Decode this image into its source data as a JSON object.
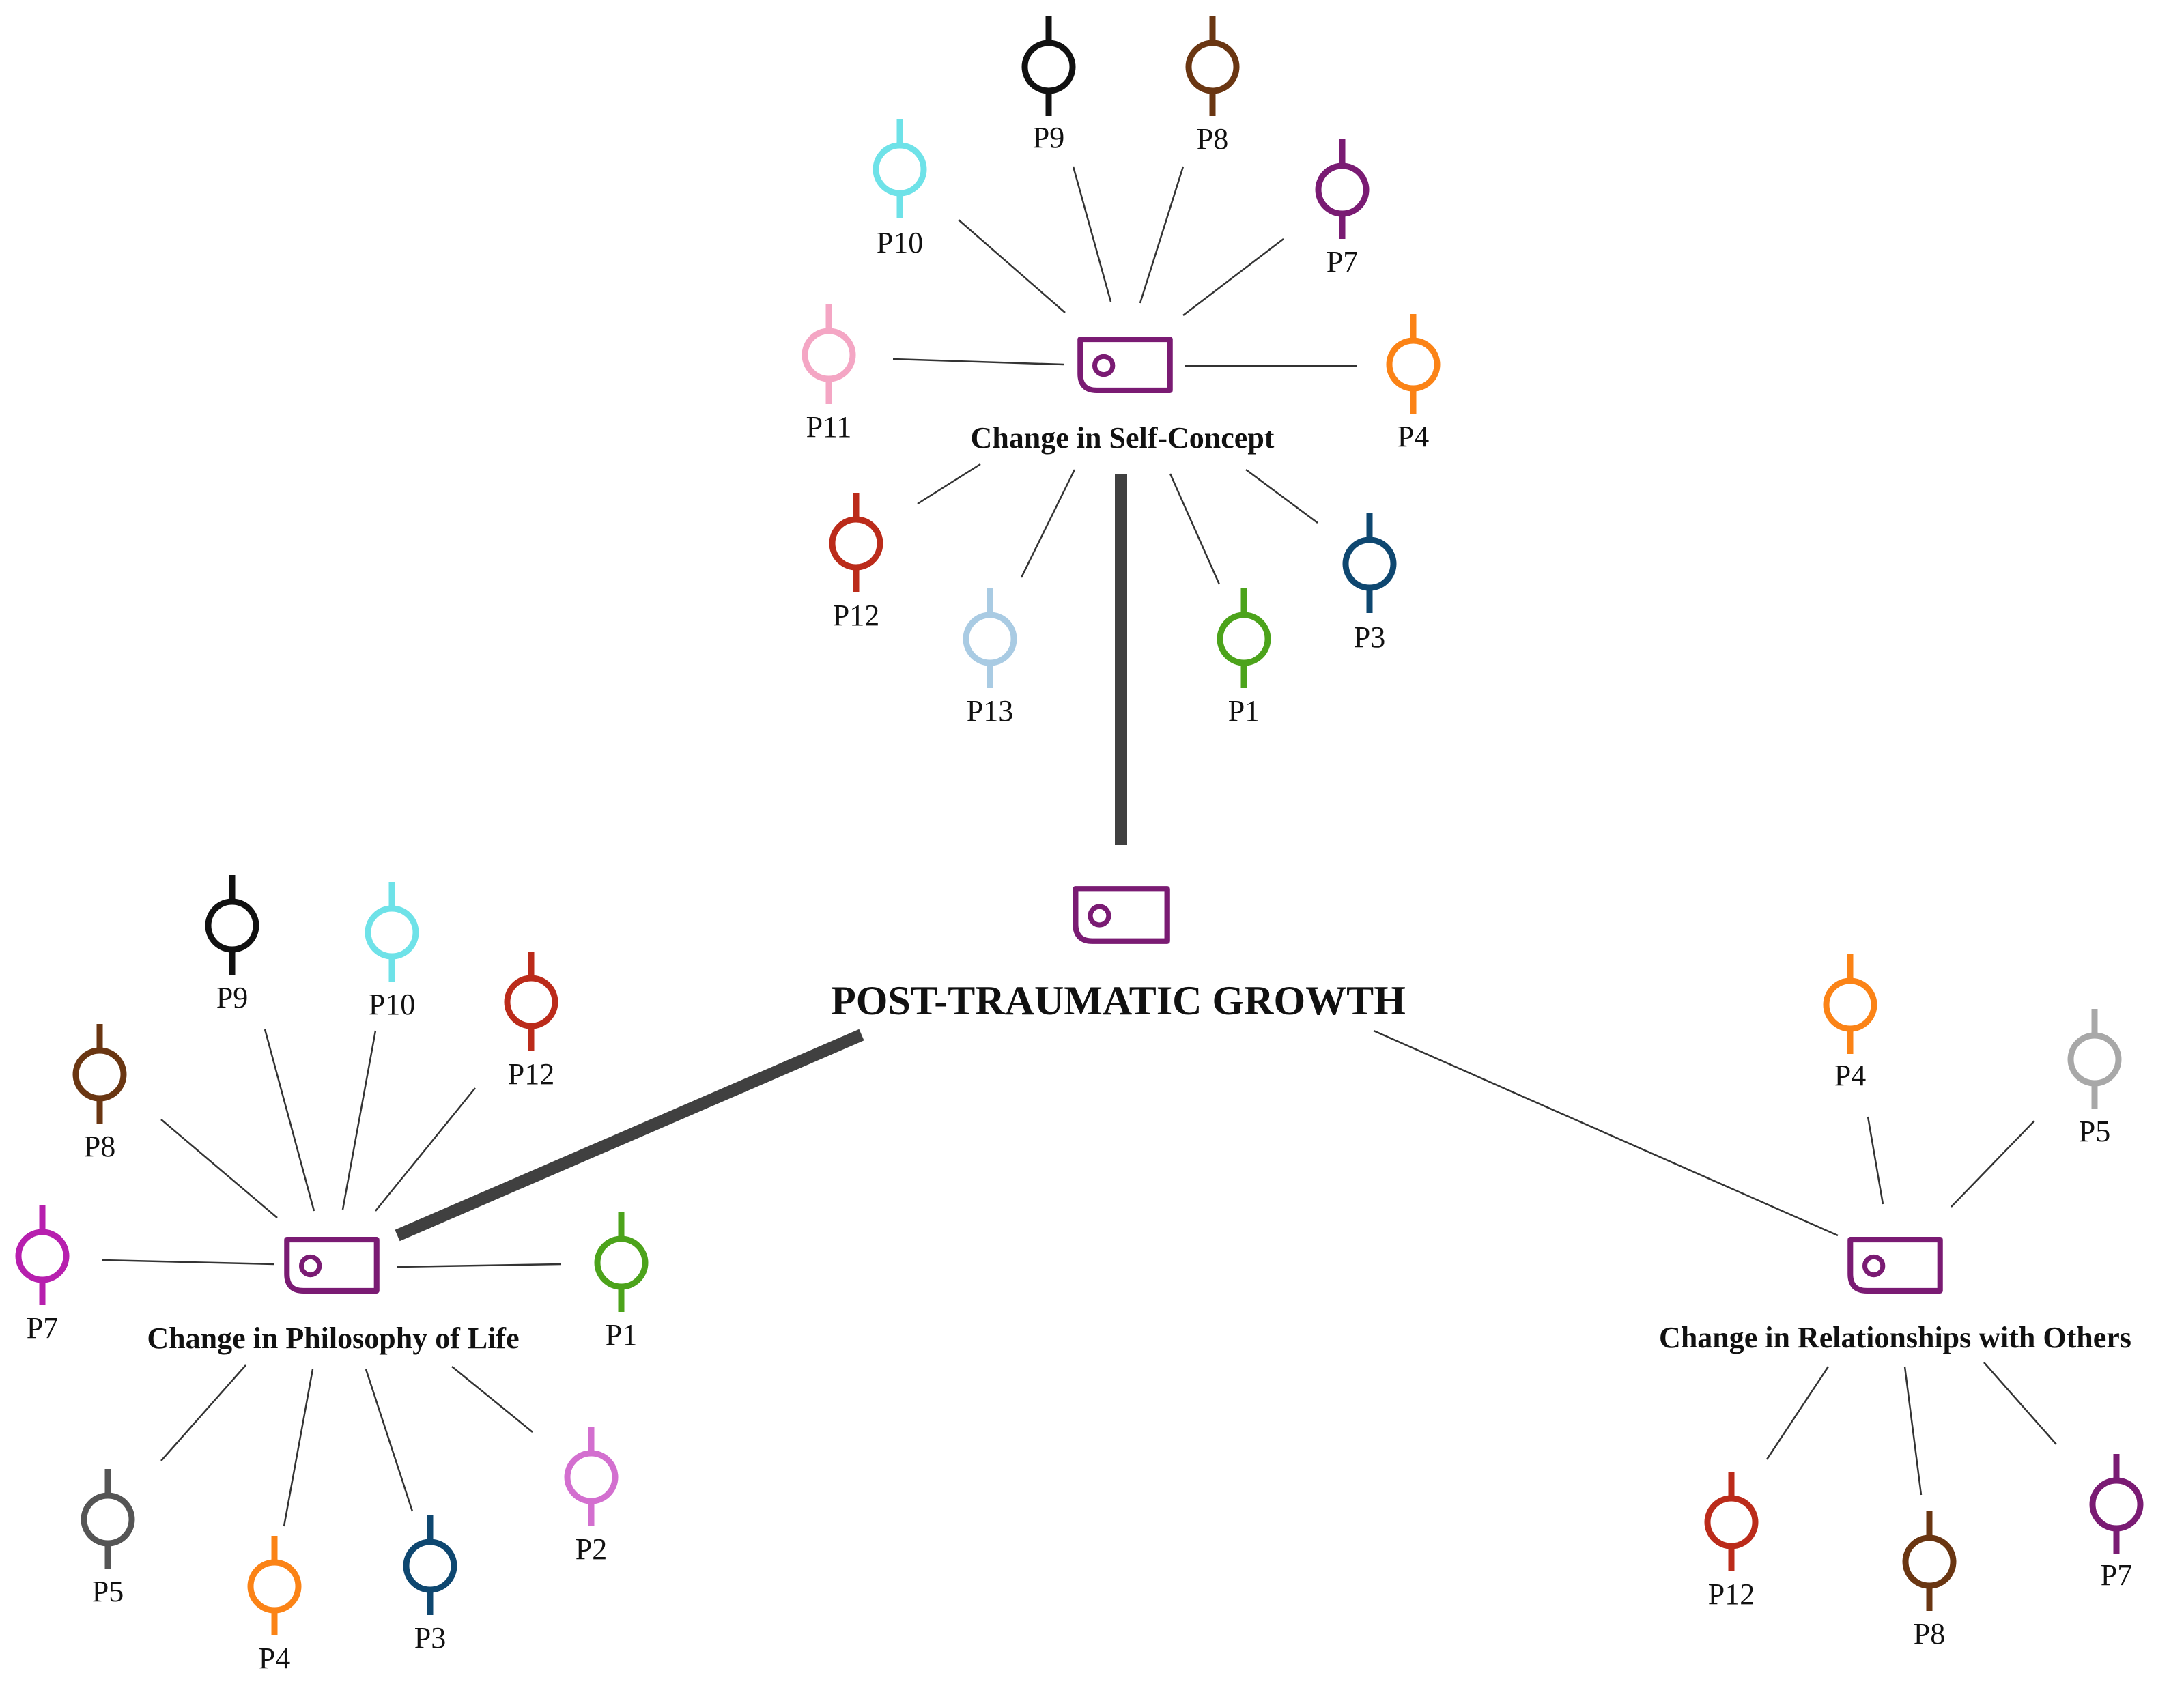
{
  "colors": {
    "code_icon": "#7a1b73",
    "P1": "#4ca31b",
    "P2": "#d36fcf",
    "P3": "#0e4770",
    "P4": "#fb8316",
    "P5_relationships": "#a8a8a8",
    "P5_philosophy": "#555555",
    "P7_self": "#7a1b73",
    "P7_philosophy": "#b71fae",
    "P7_relationships": "#7a1b73",
    "P8": "#6a3612",
    "P9": "#111111",
    "P10": "#6ee2e8",
    "P11": "#f4a6c4",
    "P12": "#bb2b1a",
    "P13": "#a9cbe3"
  },
  "icons": {
    "theme_node": "code-tag-icon",
    "participant_node": "participant-pin-icon"
  },
  "root": {
    "label": "POST-TRAUMATIC GROWTH"
  },
  "themes": [
    {
      "key": "self",
      "label": "Change in Self-Concept",
      "participants": [
        {
          "id": "P9",
          "label": "P9"
        },
        {
          "id": "P8",
          "label": "P8"
        },
        {
          "id": "P10",
          "label": "P10"
        },
        {
          "id": "P7",
          "label": "P7"
        },
        {
          "id": "P11",
          "label": "P11"
        },
        {
          "id": "P4",
          "label": "P4"
        },
        {
          "id": "P12",
          "label": "P12"
        },
        {
          "id": "P3",
          "label": "P3"
        },
        {
          "id": "P13",
          "label": "P13"
        },
        {
          "id": "P1",
          "label": "P1"
        }
      ]
    },
    {
      "key": "philosophy",
      "label": "Change in Philosophy of Life",
      "participants": [
        {
          "id": "P9",
          "label": "P9"
        },
        {
          "id": "P10",
          "label": "P10"
        },
        {
          "id": "P12",
          "label": "P12"
        },
        {
          "id": "P8",
          "label": "P8"
        },
        {
          "id": "P7",
          "label": "P7"
        },
        {
          "id": "P1",
          "label": "P1"
        },
        {
          "id": "P5",
          "label": "P5"
        },
        {
          "id": "P2",
          "label": "P2"
        },
        {
          "id": "P4",
          "label": "P4"
        },
        {
          "id": "P3",
          "label": "P3"
        }
      ]
    },
    {
      "key": "relationships",
      "label": "Change in Relationships with Others",
      "participants": [
        {
          "id": "P4",
          "label": "P4"
        },
        {
          "id": "P5",
          "label": "P5"
        },
        {
          "id": "P12",
          "label": "P12"
        },
        {
          "id": "P7",
          "label": "P7"
        },
        {
          "id": "P8",
          "label": "P8"
        }
      ]
    }
  ]
}
